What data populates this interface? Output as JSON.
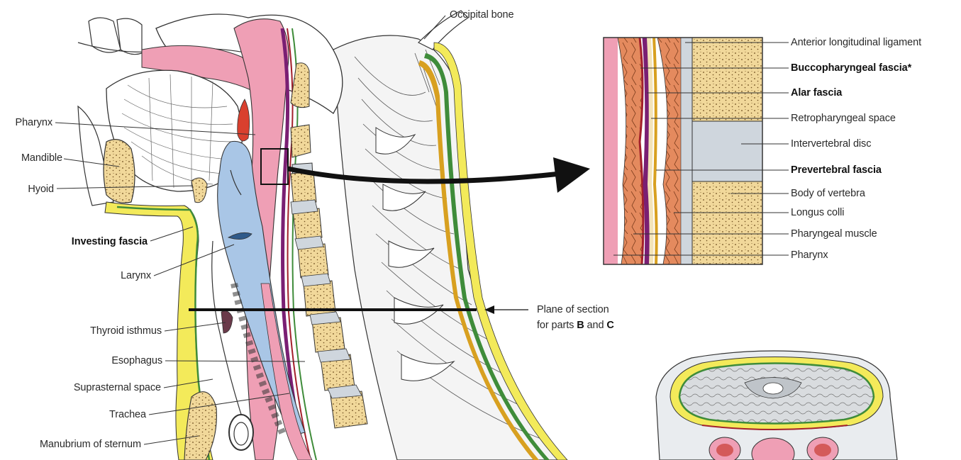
{
  "figure": {
    "left_labels": [
      {
        "id": "pharynx",
        "text": "Pharynx",
        "bold": false
      },
      {
        "id": "mandible",
        "text": "Mandible",
        "bold": false
      },
      {
        "id": "hyoid",
        "text": "Hyoid",
        "bold": false
      },
      {
        "id": "investing",
        "text": "Investing fascia",
        "bold": true
      },
      {
        "id": "larynx",
        "text": "Larynx",
        "bold": false
      },
      {
        "id": "thyroid",
        "text": "Thyroid isthmus",
        "bold": false
      },
      {
        "id": "esophagus",
        "text": "Esophagus",
        "bold": false
      },
      {
        "id": "suprasternal",
        "text": "Suprasternal space",
        "bold": false
      },
      {
        "id": "trachea",
        "text": "Trachea",
        "bold": false
      },
      {
        "id": "manubrium",
        "text": "Manubrium of sternum",
        "bold": false
      }
    ],
    "top_label": {
      "text": "Occipital bone"
    },
    "plane_note": {
      "line1": "Plane of section",
      "line2_prefix": "for parts ",
      "part_b": "B",
      "line2_mid": " and ",
      "part_c": "C"
    },
    "inset_labels": [
      {
        "id": "ant_long",
        "text": "Anterior longitudinal ligament",
        "bold": false
      },
      {
        "id": "bucco",
        "text": "Buccopharyngeal fascia*",
        "bold": true
      },
      {
        "id": "alar",
        "text": "Alar fascia",
        "bold": true
      },
      {
        "id": "retro",
        "text": "Retropharyngeal space",
        "bold": false
      },
      {
        "id": "disc",
        "text": "Intervertebral disc",
        "bold": false
      },
      {
        "id": "prevert",
        "text": "Prevertebral fascia",
        "bold": true
      },
      {
        "id": "body",
        "text": "Body of vertebra",
        "bold": false
      },
      {
        "id": "longus",
        "text": "Longus colli",
        "bold": false
      },
      {
        "id": "pharmus",
        "text": "Pharyngeal muscle",
        "bold": false
      },
      {
        "id": "pharynx2",
        "text": "Pharynx",
        "bold": false
      }
    ],
    "colors": {
      "bone": "#f1d89a",
      "bone_dots": "#6b4a1c",
      "pharynx_pink": "#ef9fb5",
      "muscle_orange": "#e48a5e",
      "airway_blue": "#a9c6e6",
      "disc_gray": "#cfd6dd",
      "investing_yellow": "#f3ea5a",
      "fascia_green": "#3f8c3a",
      "alar_purple": "#7a1f73",
      "buccopharyngeal_red": "#a3202b",
      "prevertebral_gold": "#d8a020",
      "outline": "#333333"
    }
  }
}
